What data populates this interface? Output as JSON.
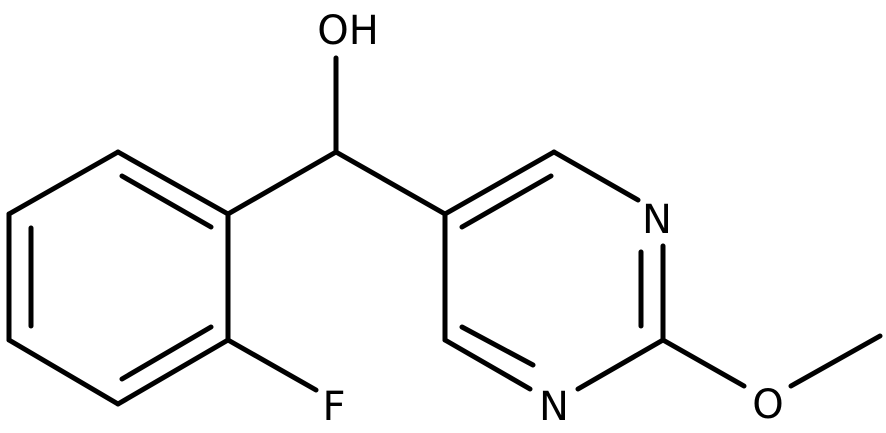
{
  "molecule": {
    "atom_labels": {
      "hydroxyl": "OH",
      "fluorine": "F",
      "nitrogen_top": "N",
      "nitrogen_bottom": "N",
      "methoxy_oxygen": "O"
    },
    "bond_color": "#000000",
    "label_color": "#000000",
    "background": "#ffffff"
  }
}
